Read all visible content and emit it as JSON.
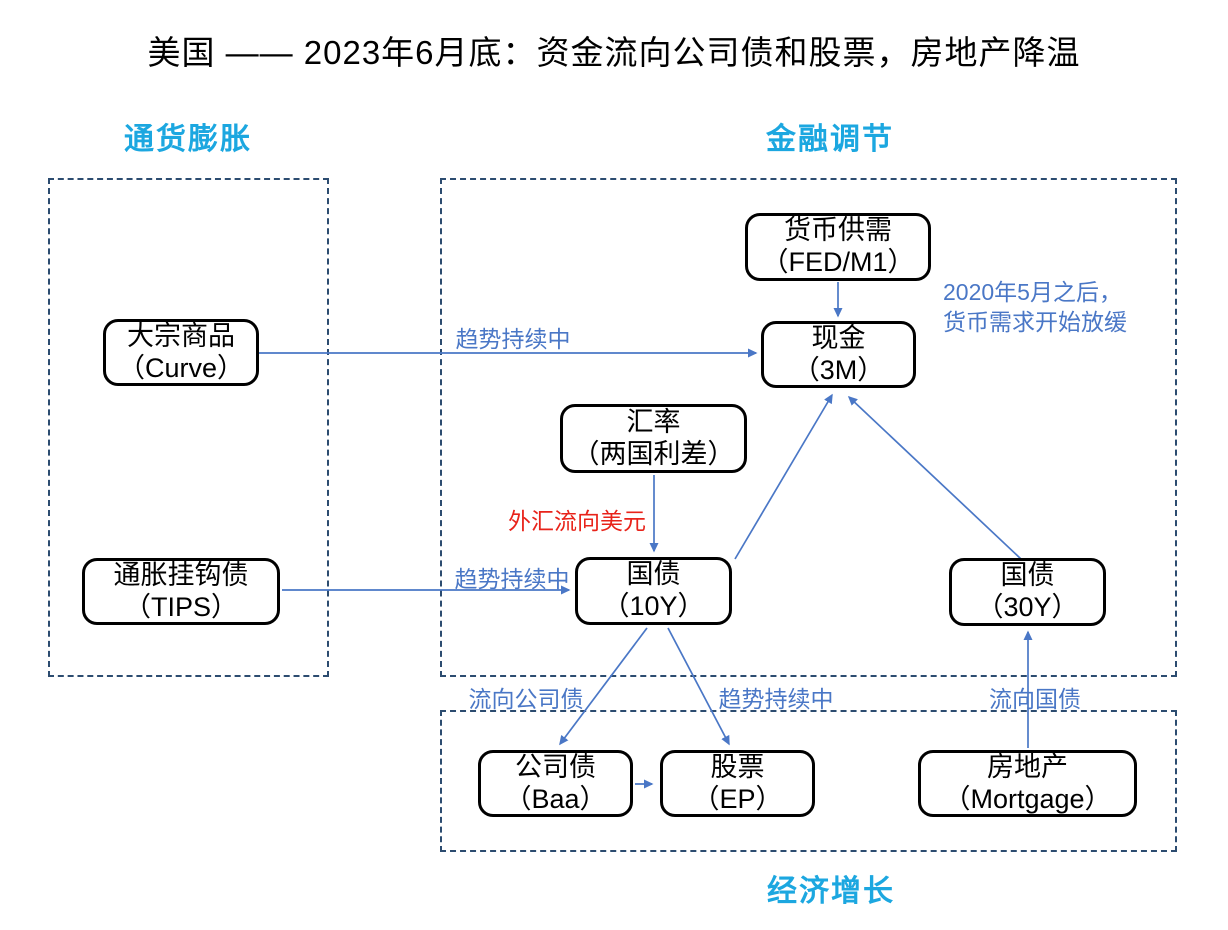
{
  "title": "美国 —— 2023年6月底：资金流向公司债和股票，房地产降温",
  "colors": {
    "arrow_blue": "#4a77c6",
    "section_cyan": "#1ca7e0",
    "warning_red": "#e8231a",
    "dashed_border_navy": "#2c4c70",
    "node_border": "#000000",
    "background": "#ffffff"
  },
  "sections": {
    "inflation": {
      "label": "通货膨胀"
    },
    "financial": {
      "label": "金融调节"
    },
    "growth": {
      "label": "经济增长"
    }
  },
  "nodes": {
    "commodities": {
      "line1": "大宗商品",
      "line2": "（Curve）"
    },
    "tips": {
      "line1": "通胀挂钩债",
      "line2": "（TIPS）"
    },
    "money_supply": {
      "line1": "货币供需",
      "line2": "（FED/M1）"
    },
    "cash": {
      "line1": "现金",
      "line2": "（3M）"
    },
    "fx_rate": {
      "line1": "汇率",
      "line2": "（两国利差）"
    },
    "bond_10y": {
      "line1": "国债",
      "line2": "（10Y）"
    },
    "bond_30y": {
      "line1": "国债",
      "line2": "（30Y）"
    },
    "corp_bond": {
      "line1": "公司债",
      "line2": "（Baa）"
    },
    "stocks": {
      "line1": "股票",
      "line2": "（EP）"
    },
    "real_estate": {
      "line1": "房地产",
      "line2": "（Mortgage）"
    }
  },
  "labels": {
    "trend_top": "趋势持续中",
    "trend_left": "趋势持续中",
    "trend_bottom": "趋势持续中",
    "fx_to_usd": "外汇流向美元",
    "to_corp_bond": "流向公司债",
    "to_treasury": "流向国债",
    "annotation": {
      "line1": "2020年5月之后，",
      "line2": "货币需求开始放缓"
    }
  }
}
